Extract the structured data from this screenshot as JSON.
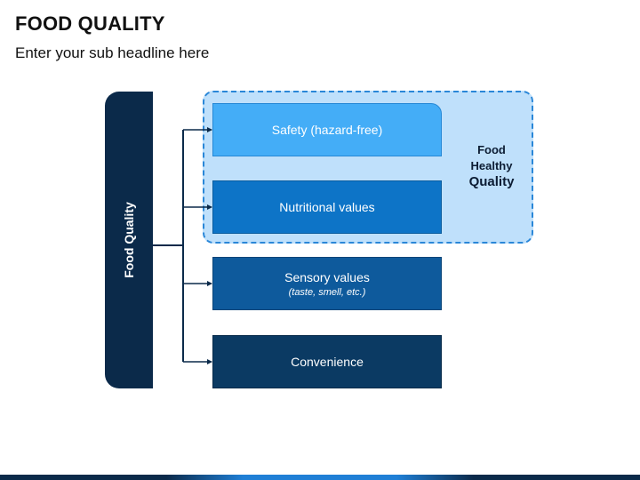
{
  "header": {
    "title": "FOOD QUALITY",
    "subtitle": "Enter your sub headline here"
  },
  "diagram": {
    "root_label": "Food Quality",
    "group_label": {
      "line1": "Food",
      "line2": "Healthy",
      "line3": "Quality"
    },
    "boxes": [
      {
        "label": "Safety (hazard-free)",
        "sublabel": ""
      },
      {
        "label": "Nutritional values",
        "sublabel": ""
      },
      {
        "label": "Sensory values",
        "sublabel": "(taste, smell, etc.)"
      },
      {
        "label": "Convenience",
        "sublabel": ""
      }
    ]
  },
  "colors": {
    "root": "#0b2a4a",
    "group_fill": "#bfe0fb",
    "group_border": "#2a87d8",
    "box_1": "#44adf7",
    "box_2": "#0d74c7",
    "box_3": "#0e5a9c",
    "box_4": "#0b3a63",
    "connector": "#0b2a4a"
  }
}
